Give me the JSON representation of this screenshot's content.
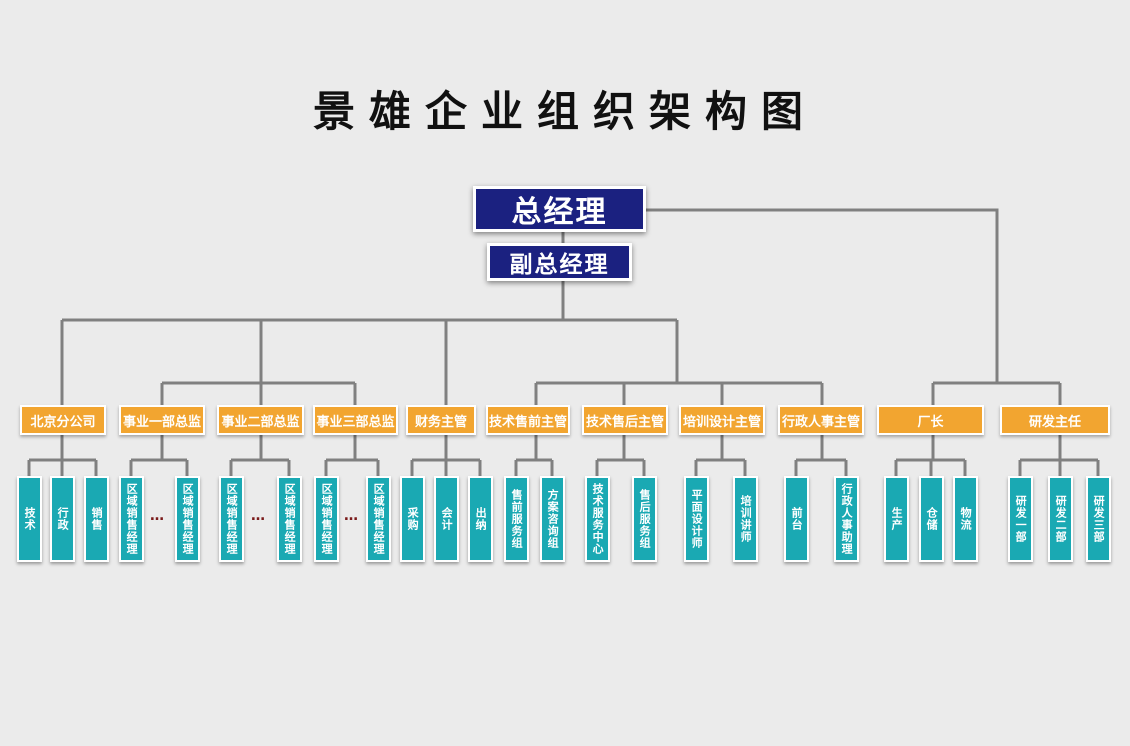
{
  "title": "景雄企业组织架构图",
  "general_manager": "总经理",
  "deputy_general_manager": "副总经理",
  "departments": [
    {
      "name": "北京分公司",
      "subs": [
        "技术",
        "行政",
        "销售"
      ]
    },
    {
      "name": "事业一部总监",
      "subs": [
        "区域销售经理",
        "…",
        "区域销售经理"
      ]
    },
    {
      "name": "事业二部总监",
      "subs": [
        "区域销售经理",
        "…",
        "区域销售经理"
      ]
    },
    {
      "name": "事业三部总监",
      "subs": [
        "区域销售经理",
        "…",
        "区域销售经理"
      ]
    },
    {
      "name": "财务主管",
      "subs": [
        "采购",
        "会计",
        "出纳"
      ]
    },
    {
      "name": "技术售前主管",
      "subs": [
        "售前服务组",
        "方案咨询组"
      ]
    },
    {
      "name": "技术售后主管",
      "subs": [
        "技术服务中心",
        "售后服务组"
      ]
    },
    {
      "name": "培训设计主管",
      "subs": [
        "平面设计师",
        "培训讲师"
      ]
    },
    {
      "name": "行政人事主管",
      "subs": [
        "前台",
        "行政人事助理"
      ]
    },
    {
      "name": "厂长",
      "subs": [
        "生产",
        "仓储",
        "物流"
      ]
    },
    {
      "name": "研发主任",
      "subs": [
        "研发一部",
        "研发二部",
        "研发三部"
      ]
    }
  ],
  "colors": {
    "navy": "#1b2180",
    "orange": "#f2a530",
    "teal": "#1aa9b3",
    "line": "#808080"
  }
}
